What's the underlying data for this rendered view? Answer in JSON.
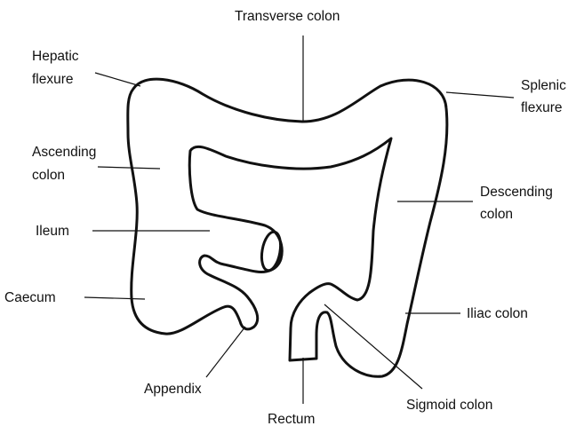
{
  "diagram": {
    "labels": {
      "transverse_colon": "Transverse colon",
      "hepatic_flexure_line1": "Hepatic",
      "hepatic_flexure_line2": "flexure",
      "splenic_flexure_line1": "Splenic",
      "splenic_flexure_line2": "flexure",
      "ascending_colon_line1": "Ascending",
      "ascending_colon_line2": "colon",
      "descending_colon_line1": "Descending",
      "descending_colon_line2": "colon",
      "ileum": "Ileum",
      "caecum": "Caecum",
      "iliac_colon": "Iliac colon",
      "appendix": "Appendix",
      "rectum": "Rectum",
      "sigmoid_colon": "Sigmoid colon"
    }
  }
}
